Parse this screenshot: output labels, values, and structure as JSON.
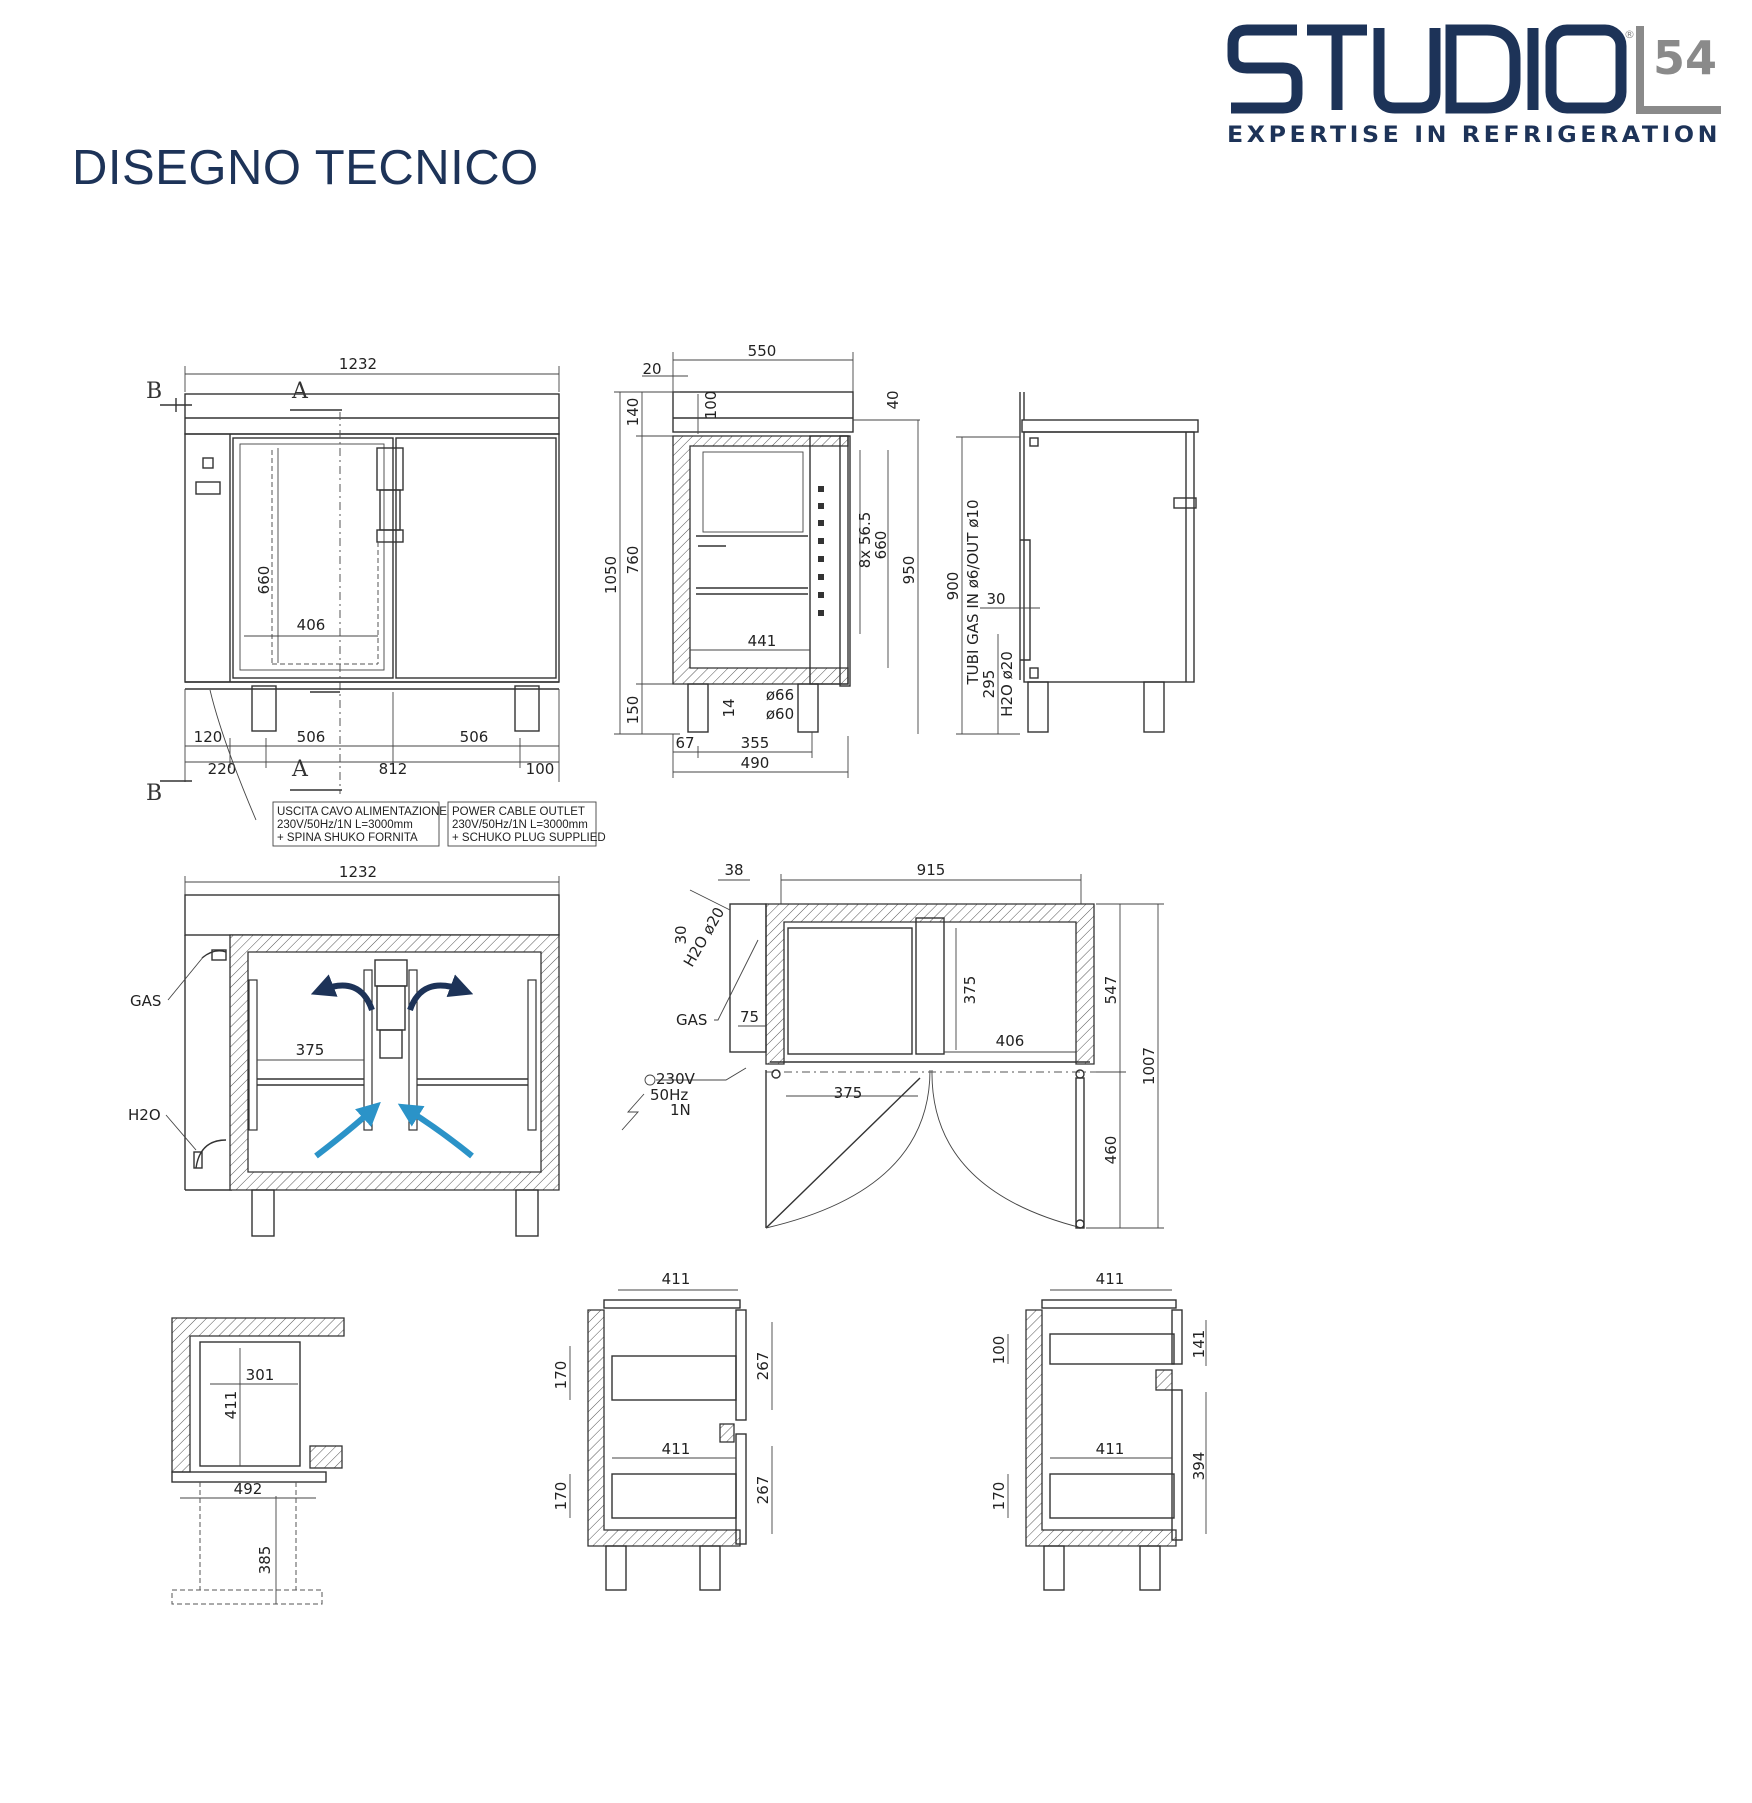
{
  "brand": {
    "name": "STUDIO",
    "number": "54",
    "registered": "®",
    "tagline": "EXPERTISE IN REFRIGERATION",
    "primary_color": "#1d3358",
    "secondary_color": "#8a8a8a"
  },
  "page": {
    "title": "DISEGNO TECNICO"
  },
  "drawing": {
    "accent_color": "#2b93c8",
    "arrow_color": "#1d3358",
    "section_labels": {
      "b": "B",
      "a": "A"
    },
    "front_view": {
      "dims": {
        "width_total": "1232",
        "inner_height": "660",
        "inner_width": "406",
        "d120": "120",
        "d506_left": "506",
        "d506_right": "506",
        "d220": "220",
        "d812": "812",
        "d100": "100"
      },
      "notes": {
        "it": [
          "USCITA CAVO ALIMENTAZIONE",
          "230V/50Hz/1N L=3000mm",
          "+ SPINA SHUKO FORNITA"
        ],
        "en": [
          "POWER CABLE OUTLET",
          "230V/50Hz/1N L=3000mm",
          "+ SCHUKO PLUG SUPPLIED"
        ]
      }
    },
    "side_view": {
      "dims": {
        "depth_total": "550",
        "d20": "20",
        "d140": "140",
        "d100": "100",
        "d40": "40",
        "d1050": "1050",
        "d760": "760",
        "d150": "150",
        "pitch": "8x 56.5",
        "d660": "660",
        "d950": "950",
        "d441": "441",
        "d66": "ø66",
        "d60": "ø60",
        "d14": "14",
        "d67": "67",
        "d355": "355",
        "d490": "490"
      }
    },
    "rear_view": {
      "dims": {
        "d900": "900",
        "d30": "30",
        "d295": "295"
      },
      "labels": {
        "tubi": "TUBI GAS IN ø6/OUT ø10",
        "h2o": "H2O ø20"
      }
    },
    "section_bb": {
      "dims": {
        "width_total": "1232",
        "d375": "375"
      },
      "labels": {
        "gas": "GAS",
        "h2o": "H2O"
      }
    },
    "plan_view": {
      "dims": {
        "d38": "38",
        "d915": "915",
        "d30": "30",
        "d375v": "375",
        "d406": "406",
        "d75": "75",
        "d375h": "375",
        "d547": "547",
        "d1007": "1007",
        "d460": "460"
      },
      "labels": {
        "h2o": "H2O ø20",
        "gas": "GAS",
        "power": [
          "230V",
          "50Hz",
          "1N"
        ]
      }
    },
    "section_aa": {
      "dims": {
        "d301": "301",
        "d411": "411",
        "d492": "492",
        "d385": "385"
      }
    },
    "drawer_view_2": {
      "dims": {
        "top411": "411",
        "d170a": "170",
        "d267a": "267",
        "mid411": "411",
        "d170b": "170",
        "d267b": "267"
      }
    },
    "drawer_view_3": {
      "dims": {
        "top411": "411",
        "d100": "100",
        "d141": "141",
        "mid411": "411",
        "d394": "394",
        "d170": "170"
      }
    }
  }
}
